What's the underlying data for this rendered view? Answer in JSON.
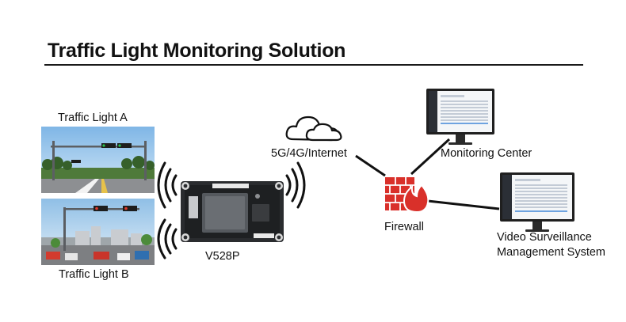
{
  "title": "Traffic Light Monitoring Solution",
  "nodes": {
    "traffic_light_a": "Traffic Light A",
    "traffic_light_b": "Traffic Light B",
    "board": "V528P",
    "network": "5G/4G/Internet",
    "firewall": "Firewall",
    "monitoring_center": "Monitoring Center",
    "vsms_line1": "Video Surveillance",
    "vsms_line2": "Management System"
  },
  "colors": {
    "firewall": "#d9302a",
    "connector": "#111111",
    "sky": "#9cc8ea"
  },
  "icons": [
    "cloud-icon",
    "firewall-icon",
    "monitor-icon",
    "wireless-signal-icon"
  ]
}
